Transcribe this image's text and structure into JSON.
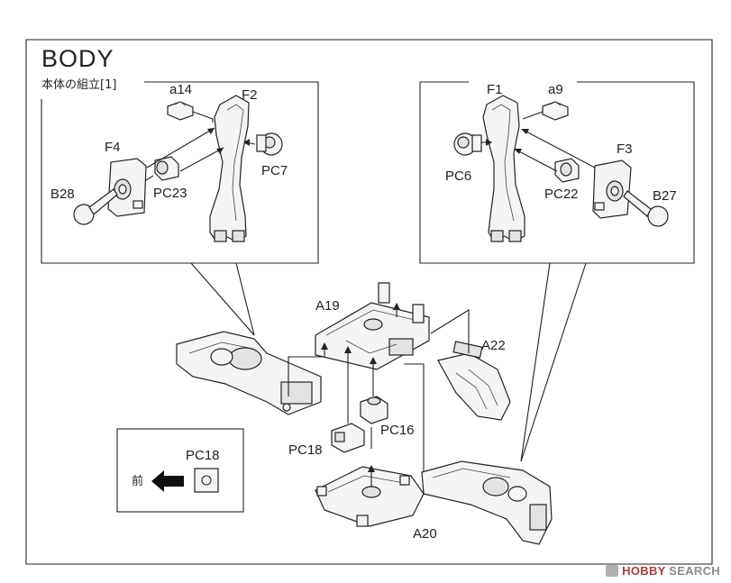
{
  "title": "BODY",
  "subtitle": "本体の組立[1]",
  "left_callout": {
    "labels": {
      "a14": "a14",
      "f2": "F2",
      "f4": "F4",
      "pc7": "PC7",
      "b28": "B28",
      "pc23": "PC23"
    }
  },
  "right_callout": {
    "labels": {
      "f1": "F1",
      "a9": "a9",
      "pc6": "PC6",
      "f3": "F3",
      "pc22": "PC22",
      "b27": "B27"
    }
  },
  "main": {
    "labels": {
      "a19": "A19",
      "a22": "A22",
      "pc16": "PC16",
      "pc18": "PC18",
      "a20": "A20"
    }
  },
  "note": {
    "part": "PC18",
    "direction": "前"
  },
  "watermark": {
    "brand": "HOBBY",
    "brand_accent": "SEARCH",
    "text": "HOBBY SEARCH"
  }
}
